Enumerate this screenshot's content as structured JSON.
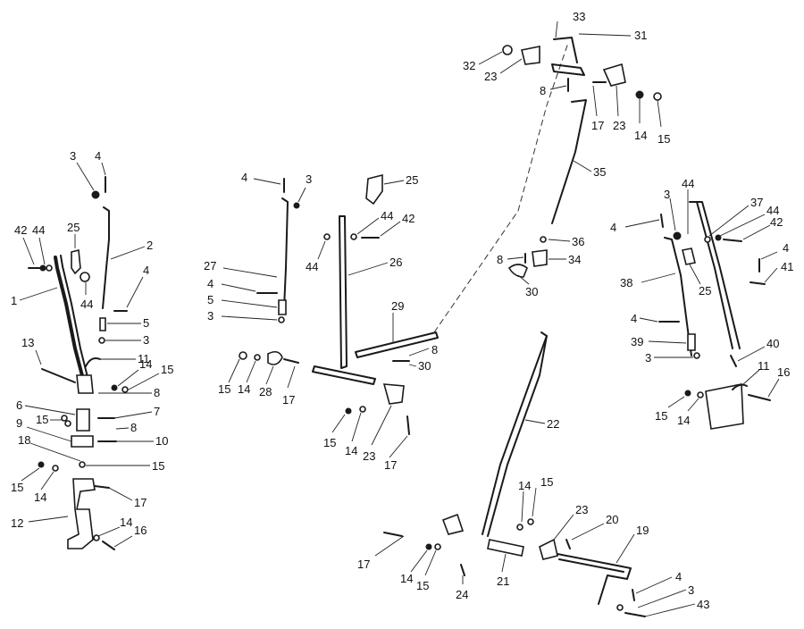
{
  "callouts": [
    "3",
    "4",
    "42",
    "44",
    "25",
    "2",
    "4",
    "1",
    "44",
    "5",
    "3",
    "13",
    "11",
    "14",
    "15",
    "8",
    "6",
    "7",
    "15",
    "8",
    "9",
    "10",
    "18",
    "15",
    "15",
    "14",
    "17",
    "12",
    "14",
    "16",
    "4",
    "3",
    "27",
    "4",
    "5",
    "3",
    "15",
    "14",
    "28",
    "17",
    "25",
    "44",
    "42",
    "44",
    "26",
    "29",
    "8",
    "30",
    "15",
    "14",
    "23",
    "17",
    "33",
    "31",
    "32",
    "23",
    "8",
    "17",
    "23",
    "14",
    "15",
    "35",
    "36",
    "8",
    "34",
    "30",
    "22",
    "14",
    "15",
    "23",
    "20",
    "19",
    "17",
    "14",
    "15",
    "24",
    "21",
    "4",
    "3",
    "43",
    "4",
    "3",
    "44",
    "37",
    "44",
    "42",
    "4",
    "41",
    "38",
    "25",
    "4",
    "39",
    "3",
    "40",
    "11",
    "16",
    "15",
    "14"
  ]
}
